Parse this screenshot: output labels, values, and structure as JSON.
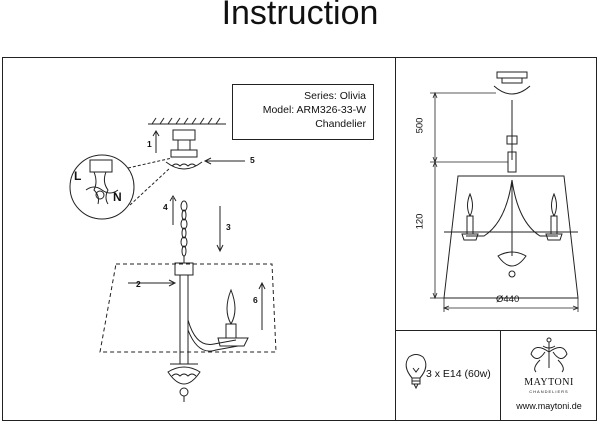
{
  "header": {
    "title": "Instruction"
  },
  "product": {
    "series": "Series: Olivia",
    "model": "Model: ARM326-33-W",
    "type": "Chandelier"
  },
  "assembly": {
    "step_labels": [
      "1",
      "2",
      "3",
      "4",
      "5",
      "6"
    ],
    "wire_live": "L",
    "wire_neutral": "N"
  },
  "dimensions": {
    "height_suspension": "500",
    "height_body": "120",
    "diameter": "Ø440"
  },
  "lamp": {
    "spec": "3 x E14 (60w)"
  },
  "brand": {
    "name": "MAYTONI",
    "subtitle": "CHANDELIERS",
    "website": "www.maytoni.de"
  }
}
